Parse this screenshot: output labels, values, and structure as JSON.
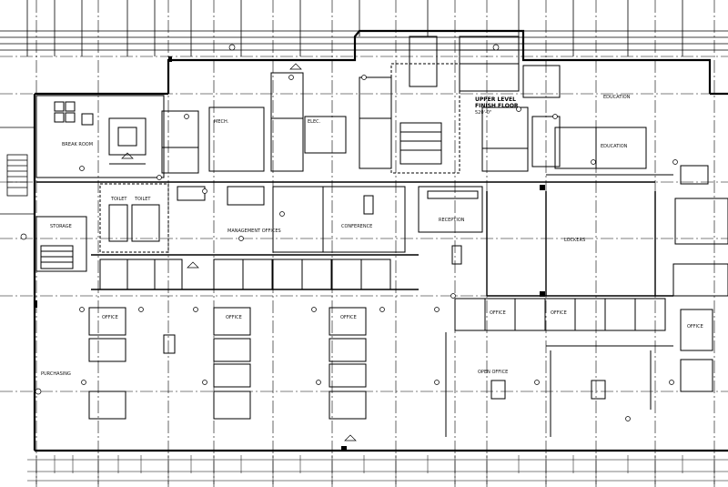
{
  "drawing": {
    "callout_lines": [
      "UPPER LEVEL",
      "FINISH FLOOR"
    ],
    "callout_value": "520'-0\"",
    "room_labels": [
      "EDUCATION",
      "EDUCATION",
      "MANAGEMENT OFFICES",
      "PURCHASING",
      "CONFERENCE",
      "RECEPTION",
      "OFFICE",
      "OFFICE",
      "OFFICE",
      "OFFICE",
      "OFFICE",
      "OFFICE",
      "STORAGE",
      "MECH.",
      "ELEC.",
      "TOILET",
      "TOILET",
      "OPEN OFFICE",
      "LOCKERS",
      "BREAK ROOM"
    ]
  }
}
